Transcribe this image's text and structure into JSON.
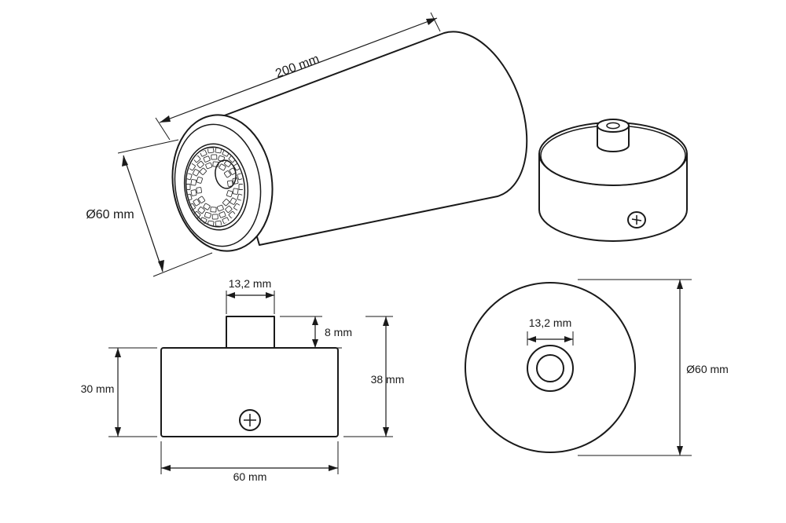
{
  "dimensions": {
    "length": "200 mm",
    "cylinder_diameter": "Ø60 mm",
    "stem_width": "13,2 mm",
    "stem_height": "8 mm",
    "base_height": "30 mm",
    "total_height": "38 mm",
    "base_width": "60 mm",
    "top_hole_width": "13,2 mm",
    "top_diameter": "Ø60 mm"
  },
  "colors": {
    "line": "#1a1a1a",
    "background": "#ffffff"
  }
}
